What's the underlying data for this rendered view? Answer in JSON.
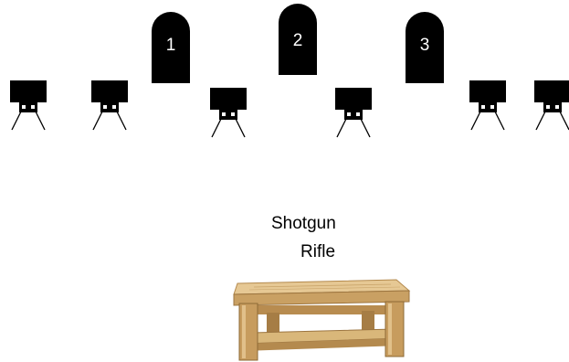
{
  "targets": [
    {
      "number": "1"
    },
    {
      "number": "2"
    },
    {
      "number": "3"
    }
  ],
  "steel_targets": [
    "steel-target-icon",
    "steel-target-icon",
    "steel-target-icon",
    "steel-target-icon",
    "steel-target-icon",
    "steel-target-icon"
  ],
  "firearms": {
    "shotgun_label": "Shotgun",
    "rifle_label": "Rifle"
  },
  "start_position": {
    "icon": "wooden-table-icon",
    "colors": {
      "wood_light": "#d9b77a",
      "wood_mid": "#c49a5a",
      "wood_dark": "#8e6a35"
    }
  },
  "colors": {
    "target": "#000000",
    "target_text": "#ffffff",
    "background": "#ffffff"
  }
}
